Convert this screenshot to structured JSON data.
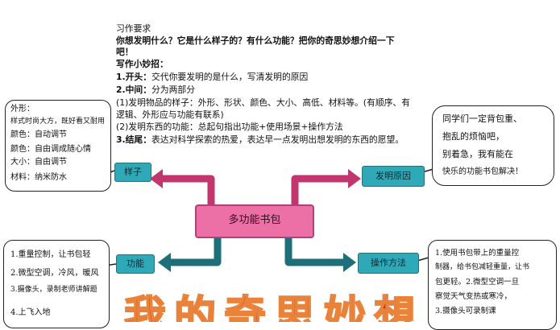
{
  "writing": {
    "heading": "习作要求",
    "question": "你想发明什么？它是什么样子的？有什么功能？把你的奇思妙想介绍一下吧！",
    "question_line1": "你想发明什么？它是什么样子的？有什么功能？把你的奇思妙想介绍一下",
    "question_line2": "吧！",
    "tips_heading": "写作小妙招：",
    "step1_num": "1.开头：",
    "step1_text": "交代你要发明的是什么，写清发明的原因",
    "step2_num": "2.中间：",
    "step2_text": "分为两部分",
    "step2a": "(1)发明物品的样子：外形、形状、颜色、大小、高低、材料等。(有顺序、有",
    "step2a_cont": "逻辑、外形应与功能有联系)",
    "step2b": "(2)发明东西的功能：总起句指出功能+使用场景+操作方法",
    "step3_num": "3.结尾：",
    "step3_text": "表达对科学探索的热爱，表达早一点发明出想发明的东西的愿望。"
  },
  "mindmap": {
    "center": "多功能书包",
    "nodes": {
      "appearance": "样子",
      "reason": "发明原因",
      "function": "功能",
      "operation": "操作方法"
    }
  },
  "notes": {
    "appearance": [
      "外形：",
      "样式时尚大方，既好看又耐用",
      "颜色：自动调节",
      "颜色：自由调成随心情",
      "大小：自由调节",
      "材料：纳米防水"
    ],
    "reason": [
      "同学们一定背包重、",
      "抱乱的烦恼吧，",
      "别着急，我有能在",
      "快乐的功能书包解决！"
    ],
    "function": [
      "1.重量控制，让书包轻",
      "2.微型空调，冷风，暖风",
      "3.摄像头，录制老师讲解题",
      "4.上飞入地"
    ],
    "operation": [
      "1.使用书包带上的重量控",
      "制器，给书包减轻重量，让书",
      "包更轻。2.微型空调一旦",
      "察觉天气变热或寒冷，",
      "3.摄像头可录制课"
    ]
  },
  "title_banner": "我的奇思妙想",
  "colors": {
    "node_teal": "#2fa9b8",
    "center_pink": "#ec6fa6",
    "arrow_pink": "#c2366e",
    "arrow_teal": "#1e6f7a",
    "banner_red": "#c8342b",
    "banner_orange": "#e9823a"
  }
}
